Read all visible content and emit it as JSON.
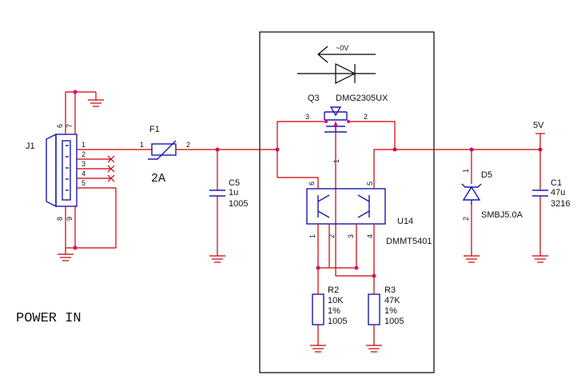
{
  "title": "POWER IN",
  "connector": {
    "ref": "J1",
    "pins": [
      "1",
      "2",
      "3",
      "4",
      "5"
    ],
    "top_pins": [
      "6",
      "7"
    ],
    "bottom_pins": [
      "8",
      "9"
    ]
  },
  "fuse": {
    "ref": "F1",
    "rating": "2A",
    "pin1": "1",
    "pin2": "2"
  },
  "c5": {
    "ref": "C5",
    "value": "1u",
    "package": "1005"
  },
  "q3": {
    "ref": "Q3",
    "part": "DMG2305UX",
    "pin_drain": "3",
    "pin_source": "2",
    "pin_gate": "1"
  },
  "diode_note": {
    "label": "~0V"
  },
  "u14": {
    "ref": "U14",
    "part": "DMMT5401",
    "pin6": "6",
    "pin5": "5",
    "pin1": "1",
    "pin2": "2",
    "pin3": "3",
    "pin4": "4"
  },
  "r2": {
    "ref": "R2",
    "value": "10K",
    "tolerance": "1%",
    "package": "1005"
  },
  "r3": {
    "ref": "R3",
    "value": "47K",
    "tolerance": "1%",
    "package": "1005"
  },
  "d5": {
    "ref": "D5",
    "part": "SMBJ5.0A",
    "pin1": "1",
    "pin2": "2"
  },
  "c1": {
    "ref": "C1",
    "value": "47u",
    "package": "3216"
  },
  "rail": {
    "label": "5V"
  },
  "colors": {
    "wire": "#cc0000",
    "component": "#1a1aaa",
    "junction": "#e0007a",
    "frame": "#000000"
  }
}
